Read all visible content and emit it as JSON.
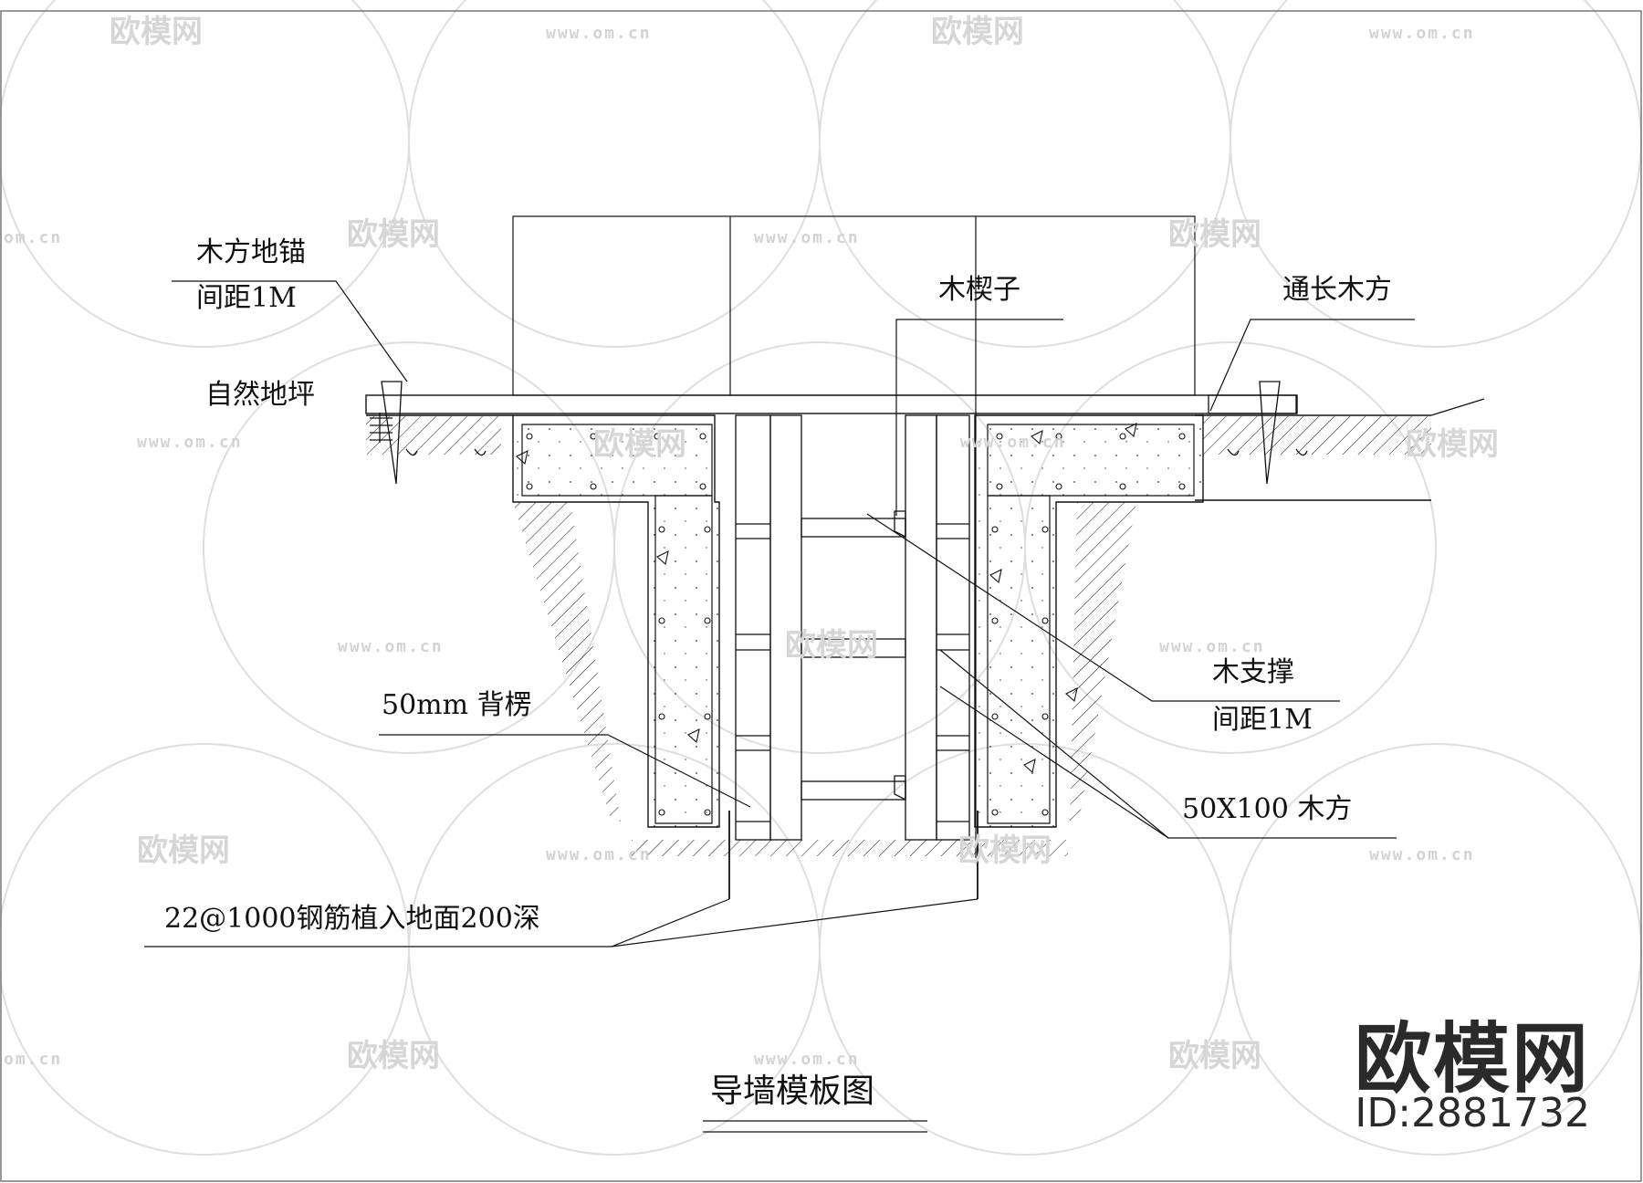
{
  "drawing_title": "导墙模板图",
  "labels": {
    "anchor": "木方地锚",
    "anchor_spacing": "间距1M",
    "ground": "自然地坪",
    "wedge": "木楔子",
    "long_timber": "通长木方",
    "backing": "50mm 背楞",
    "support": "木支撑",
    "support_spacing": "间距1M",
    "timber": "50X100 木方",
    "rebar": "22@1000钢筋植入地面200深"
  },
  "brand": {
    "name": "欧模网",
    "id": "ID:2881732"
  },
  "watermark": {
    "text": "欧模网",
    "url": "www.om.cn",
    "url_short": "om.cn"
  },
  "colors": {
    "line": "#111111",
    "watermark": "#d6d6d6"
  }
}
